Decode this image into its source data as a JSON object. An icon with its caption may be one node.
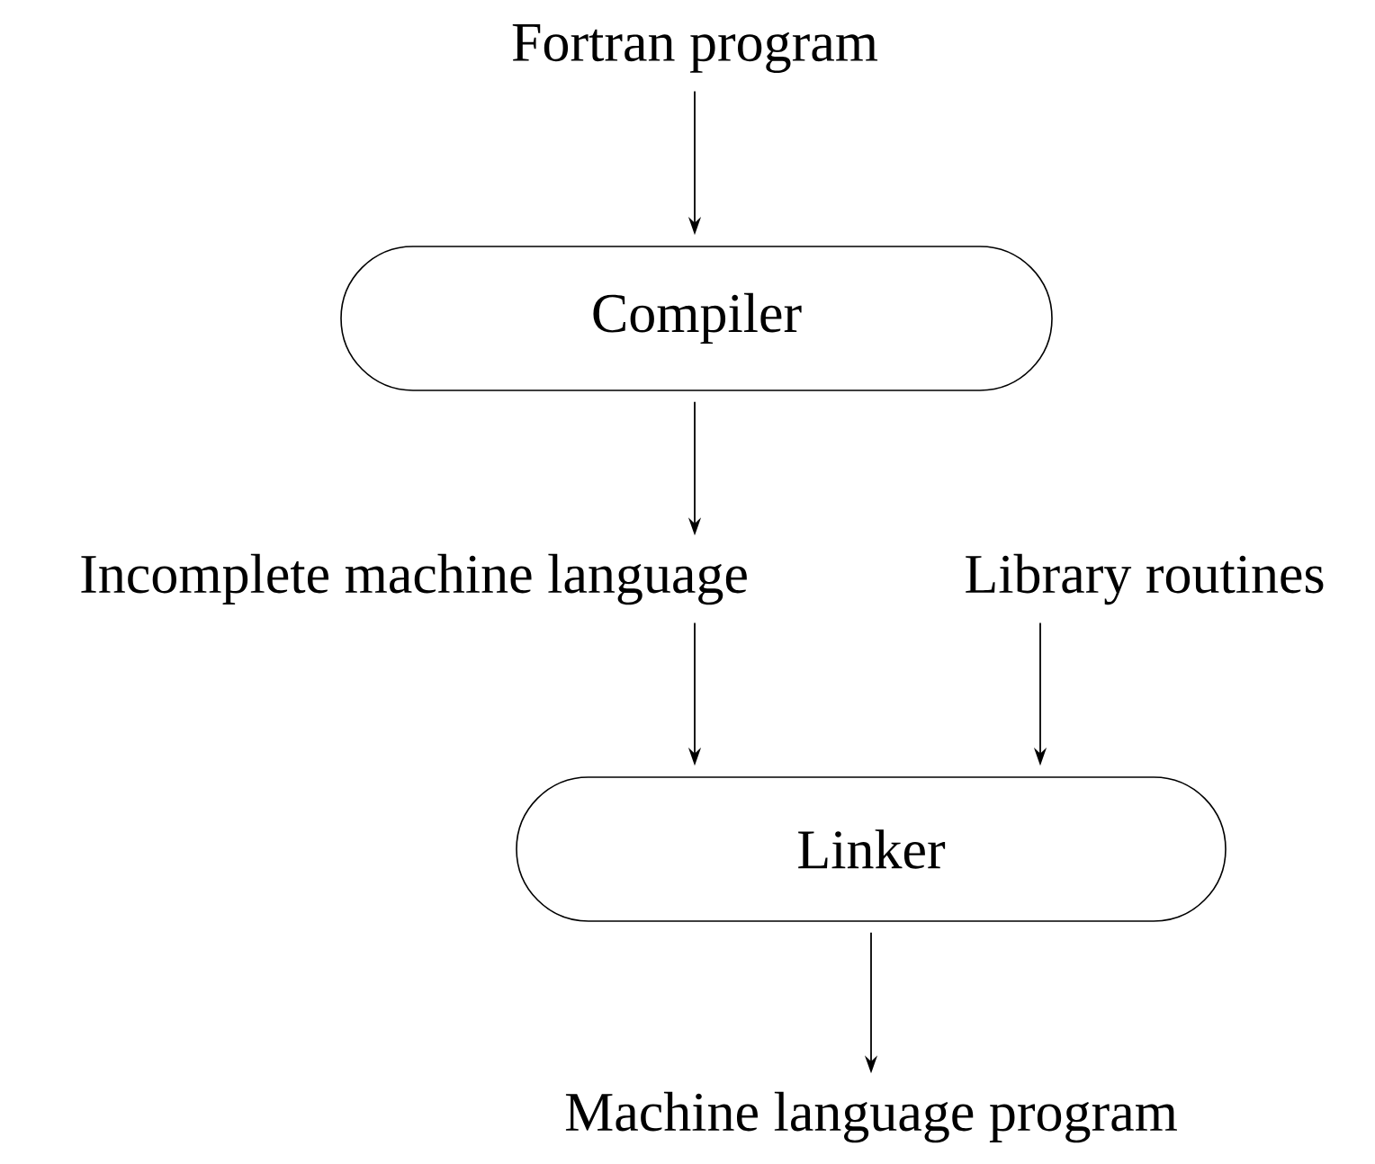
{
  "diagram": {
    "nodes": [
      {
        "text": [
          "Fortran program"
        ]
      },
      {
        "text": [
          "Compiler"
        ]
      },
      {
        "text": [
          "Incomplete machine language"
        ]
      },
      {
        "text": [
          "Library routines"
        ]
      },
      {
        "text": [
          "Linker"
        ]
      },
      {
        "text": [
          "Machine language program"
        ]
      }
    ],
    "edges": [
      {
        "from": 0,
        "to": 1,
        "arrow": "to"
      },
      {
        "from": 1,
        "to": 2,
        "arrow": "to"
      },
      {
        "from": 2,
        "to": 4,
        "arrow": "to"
      },
      {
        "from": 3,
        "to": 4,
        "arrow": "to"
      },
      {
        "from": 4,
        "to": 5,
        "arrow": "to"
      }
    ]
  }
}
